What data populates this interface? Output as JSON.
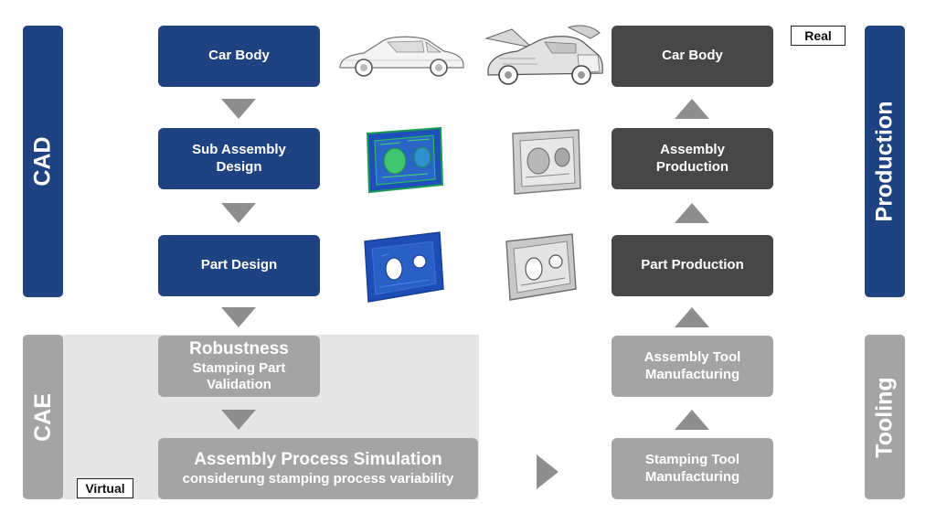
{
  "sidebars": {
    "cad": "CAD",
    "cae": "CAE",
    "production": "Production",
    "tooling": "Tooling"
  },
  "tags": {
    "real": "Real",
    "virtual": "Virtual"
  },
  "left_chain": {
    "car_body": "Car Body",
    "sub_assembly_line1": "Sub Assembly",
    "sub_assembly_line2": "Design",
    "part_design": "Part Design",
    "robustness_title": "Robustness",
    "robustness_line2": "Stamping Part",
    "robustness_line3": "Validation",
    "simulation_title": "Assembly Process Simulation",
    "simulation_subtitle": "considerung stamping process variability"
  },
  "right_chain": {
    "car_body": "Car Body",
    "assembly_production_line1": "Assembly",
    "assembly_production_line2": "Production",
    "part_production": "Part Production",
    "assembly_tool_line1": "Assembly Tool",
    "assembly_tool_line2": "Manufacturing",
    "stamping_tool_line1": "Stamping Tool",
    "stamping_tool_line2": "Manufacturing"
  },
  "colors": {
    "cad_blue": "#1f4283",
    "production_dark": "#474747",
    "cae_grey": "#a4a4a4",
    "virtual_panel": "#e6e6e6",
    "arrow_grey": "#8e8e8e"
  },
  "images": {
    "car_virtual": "car-wireframe-image",
    "car_real": "car-body-photo",
    "subassembly_virtual": "subassembly-cad-model",
    "subassembly_real": "subassembly-photo",
    "part_virtual": "part-cad-model",
    "part_real": "part-photo"
  }
}
